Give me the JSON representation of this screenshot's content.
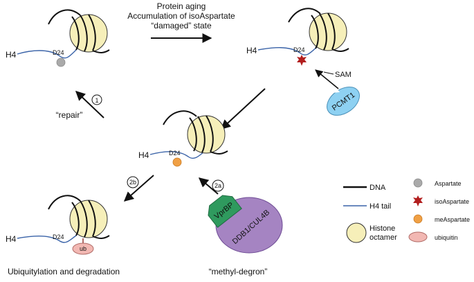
{
  "caption": {
    "line1": "Protein aging",
    "line2": "Accumulation of isoAspartate",
    "line3": "“damaged” state"
  },
  "states": {
    "top_left": {
      "tail": "H4",
      "residue": "D24"
    },
    "top_right": {
      "tail": "H4",
      "residue": "D24",
      "cofactor": "SAM",
      "enzyme": "PCMT1"
    },
    "middle": {
      "tail": "H4",
      "residue": "D24"
    },
    "bottom": {
      "tail": "H4",
      "residue": "D24",
      "tag": "ub"
    }
  },
  "steps": {
    "repair_num": "1",
    "repair_label": "“repair”",
    "step_2a": "2a",
    "step_2b": "2b",
    "adaptor": "VprBP",
    "ligase": "DDB1/CUL4B"
  },
  "labels": {
    "bottom_left": "Ubiquitylation and degradation",
    "bottom_mid": "“methyl-degron”"
  },
  "legend": {
    "dna": "DNA",
    "tail": "H4 tail",
    "octamer_line1": "Histone",
    "octamer_line2": "octamer",
    "asp": "Aspartate",
    "isoasp": "isoAspartate",
    "measp": "meAspartate",
    "ubiquitin": "ubiquitin"
  },
  "colors": {
    "dna": "#111111",
    "tail": "#3a63a8",
    "octamer": "#f6efb9",
    "aspartate": "#aaaaaa",
    "isoaspartate": "#b21e1e",
    "measpartate": "#f0a045",
    "ubiquitin": "#f2b8b3",
    "pcmt1": "#8ed1f2",
    "ligase": "#a584c2",
    "vprbp": "#2f9a5e"
  }
}
